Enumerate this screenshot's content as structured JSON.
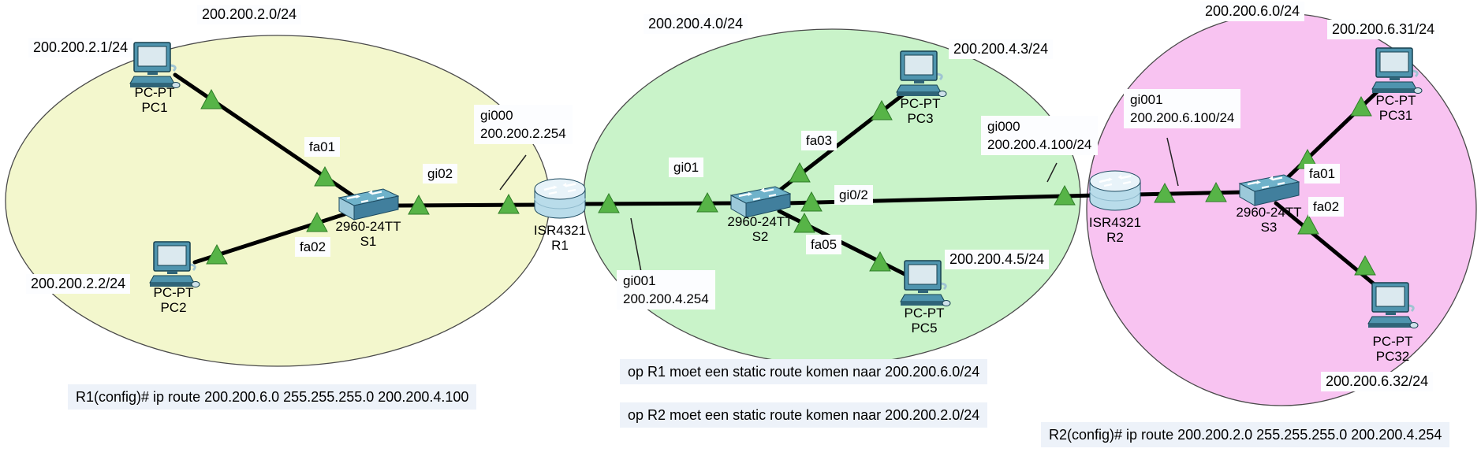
{
  "networks": {
    "net2": {
      "label": "200.200.2.0/24",
      "color": "#f3f7cd"
    },
    "net4": {
      "label": "200.200.4.0/24",
      "color": "#c9f3c9"
    },
    "net6": {
      "label": "200.200.6.0/24",
      "color": "#f8c3f1"
    }
  },
  "devices": {
    "pc1": {
      "model": "PC-PT",
      "name": "PC1",
      "ip": "200.200.2.1/24"
    },
    "pc2": {
      "model": "PC-PT",
      "name": "PC2",
      "ip": "200.200.2.2/24"
    },
    "s1": {
      "model": "2960-24TT",
      "name": "S1"
    },
    "r1": {
      "model": "ISR4321",
      "name": "R1"
    },
    "s2": {
      "model": "2960-24TT",
      "name": "S2"
    },
    "pc3": {
      "model": "PC-PT",
      "name": "PC3",
      "ip": "200.200.4.3/24"
    },
    "pc5": {
      "model": "PC-PT",
      "name": "PC5",
      "ip": "200.200.4.5/24"
    },
    "r2": {
      "model": "ISR4321",
      "name": "R2"
    },
    "s3": {
      "model": "2960-24TT",
      "name": "S3"
    },
    "pc31": {
      "model": "PC-PT",
      "name": "PC31",
      "ip": "200.200.6.31/24"
    },
    "pc32": {
      "model": "PC-PT",
      "name": "PC32",
      "ip": "200.200.6.32/24"
    }
  },
  "ports": {
    "s1_fa01": "fa01",
    "s1_fa02": "fa02",
    "s1_gi02": "gi02",
    "r1_gi000": {
      "l1": "gi000",
      "l2": "200.200.2.254"
    },
    "r1_gi001": {
      "l1": "gi001",
      "l2": "200.200.4.254"
    },
    "s2_gi01": "gi01",
    "s2_fa03": "fa03",
    "s2_fa05": "fa05",
    "s2_gi02": "gi0/2",
    "r2_gi000": {
      "l1": "gi000",
      "l2": "200.200.4.100/24"
    },
    "r2_gi001": {
      "l1": "gi001",
      "l2": "200.200.6.100/24"
    },
    "s3_fa01": "fa01",
    "s3_fa02": "fa02"
  },
  "notes": {
    "r1_route": "R1(config)# ip route 200.200.6.0 255.255.255.0 200.200.4.100",
    "todo_r1": "op R1 moet een static route komen naar 200.200.6.0/24",
    "todo_r2": "op R2 moet een static route komen naar 200.200.2.0/24",
    "r2_route": "R2(config)# ip route 200.200.2.0 255.255.255.0 200.200.4.254"
  },
  "colors": {
    "cable": "#000000",
    "link_ok_triangle": "#57b447",
    "label_background": "#fcfdff",
    "note_background": "#edf2f9"
  }
}
